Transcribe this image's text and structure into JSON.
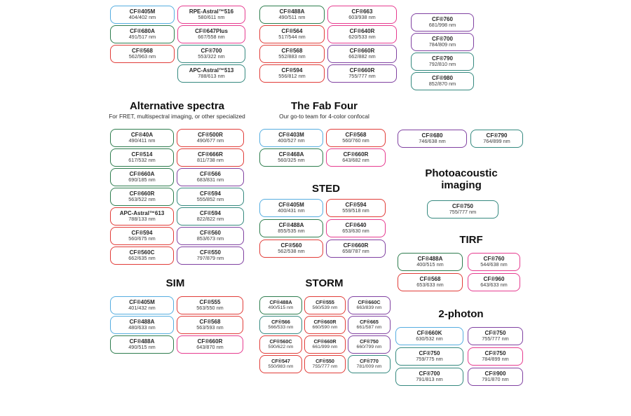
{
  "colors": {
    "blue": "#55ade0",
    "green": "#2e7d4e",
    "red": "#e13c38",
    "magenta": "#e63b8f",
    "teal": "#35897f",
    "purple": "#8041a1"
  },
  "top_groups": {
    "left": {
      "columns": [
        [
          {
            "name": "CF®405M",
            "value": "404/402 nm",
            "color": "blue"
          },
          {
            "name": "CF®680A",
            "value": "491/517 nm",
            "color": "green"
          },
          {
            "name": "CF®568",
            "value": "562/963 nm",
            "color": "red"
          }
        ],
        [
          {
            "name": "RPE-Astral™516",
            "value": "580/611 nm",
            "color": "magenta"
          },
          {
            "name": "CF®647Plus",
            "value": "667/558 nm",
            "color": "magenta"
          },
          {
            "name": "CF®700",
            "value": "553/322 nm",
            "color": "teal"
          },
          {
            "name": "APC-Astral™513",
            "value": "788/613 nm",
            "color": "teal"
          }
        ]
      ]
    },
    "mid": {
      "columns": [
        [
          {
            "name": "CF®488A",
            "value": "490/511 nm",
            "color": "green"
          },
          {
            "name": "CF®564",
            "value": "517/544 nm",
            "color": "red"
          },
          {
            "name": "CF®568",
            "value": "552/883 nm",
            "color": "red"
          },
          {
            "name": "CF®594",
            "value": "556/812 nm",
            "color": "red"
          }
        ],
        [
          {
            "name": "CF®663",
            "value": "603/938 nm",
            "color": "magenta"
          },
          {
            "name": "CF®640R",
            "value": "620/533 nm",
            "color": "magenta"
          },
          {
            "name": "CF®660R",
            "value": "662/882 nm",
            "color": "purple"
          },
          {
            "name": "CF®660R",
            "value": "755/777 nm",
            "color": "purple"
          }
        ]
      ]
    },
    "right": {
      "columns": [
        [
          {
            "name": "CF®760",
            "value": "681/998 nm",
            "color": "purple"
          },
          {
            "name": "CF®700",
            "value": "784/809 nm",
            "color": "purple"
          },
          {
            "name": "CF®790",
            "value": "792/810 nm",
            "color": "teal"
          },
          {
            "name": "CF®980",
            "value": "852/870 nm",
            "color": "teal"
          }
        ]
      ]
    }
  },
  "sections": {
    "alt": {
      "title": "Alternative spectra",
      "subtitle": "For FRET, multispectral imaging, or other specialized",
      "columns": [
        [
          {
            "name": "CF®40A",
            "value": "490/411 nm",
            "color": "green"
          },
          {
            "name": "CF®514",
            "value": "617/532 nm",
            "color": "green"
          },
          {
            "name": "CF®660A",
            "value": "690/185 nm",
            "color": "green"
          },
          {
            "name": "CF®660R",
            "value": "563/522 nm",
            "color": "green"
          },
          {
            "name": "APC-Astral™613",
            "value": "788/133 nm",
            "color": "red"
          },
          {
            "name": "CF®594",
            "value": "560/675 nm",
            "color": "red"
          },
          {
            "name": "CF®560C",
            "value": "662/635 nm",
            "color": "red"
          }
        ],
        [
          {
            "name": "CF®500R",
            "value": "490/677 nm",
            "color": "red"
          },
          {
            "name": "CF®666R",
            "value": "811/738 nm",
            "color": "red"
          },
          {
            "name": "CF®566",
            "value": "683/831 nm",
            "color": "purple"
          },
          {
            "name": "CF®594",
            "value": "555/852 nm",
            "color": "teal"
          },
          {
            "name": "CF®594",
            "value": "822/822 nm",
            "color": "teal"
          },
          {
            "name": "CF®560",
            "value": "853/673 nm",
            "color": "purple"
          },
          {
            "name": "CF®550",
            "value": "797/879 nm",
            "color": "purple"
          }
        ]
      ]
    },
    "fab": {
      "title": "The Fab Four",
      "subtitle": "Our go-to team for 4-color confocal",
      "columns": [
        [
          {
            "name": "CF®403M",
            "value": "400/527 nm",
            "color": "blue"
          },
          {
            "name": "CF®468A",
            "value": "560/325 nm",
            "color": "green"
          }
        ],
        [
          {
            "name": "CF®568",
            "value": "560/760 nm",
            "color": "red"
          },
          {
            "name": "CF®660R",
            "value": "643/682 nm",
            "color": "magenta"
          }
        ]
      ]
    },
    "sted": {
      "title": "STED",
      "columns": [
        [
          {
            "name": "CF®405M",
            "value": "400/431 nm",
            "color": "blue"
          },
          {
            "name": "CF®488A",
            "value": "855/535 nm",
            "color": "green"
          },
          {
            "name": "CF®560",
            "value": "562/538 nm",
            "color": "red"
          }
        ],
        [
          {
            "name": "CF®594",
            "value": "559/518 nm",
            "color": "red"
          },
          {
            "name": "CF®640",
            "value": "653/630 nm",
            "color": "magenta"
          },
          {
            "name": "CF®660R",
            "value": "658/787 nm",
            "color": "purple"
          }
        ]
      ]
    },
    "nir": {
      "columns": [
        [
          {
            "name": "CF®680",
            "value": "746/638 nm",
            "color": "purple"
          }
        ],
        [
          {
            "name": "CF®790",
            "value": "764/899 nm",
            "color": "teal"
          }
        ]
      ]
    },
    "photo": {
      "title": "Photoacoustic imaging",
      "columns": [
        [
          {
            "name": "CF®750",
            "value": "755/777 nm",
            "color": "teal"
          }
        ]
      ]
    },
    "tirf": {
      "title": "TIRF",
      "columns": [
        [
          {
            "name": "CF®488A",
            "value": "400/515 nm",
            "color": "green"
          },
          {
            "name": "CF®568",
            "value": "653/633 nm",
            "color": "red"
          }
        ],
        [
          {
            "name": "CF®760",
            "value": "544/638 nm",
            "color": "magenta"
          },
          {
            "name": "CF®960",
            "value": "643/633 nm",
            "color": "magenta"
          }
        ]
      ]
    },
    "sim": {
      "title": "SIM",
      "columns": [
        [
          {
            "name": "CF®405M",
            "value": "401/432 nm",
            "color": "blue"
          },
          {
            "name": "CF®488A",
            "value": "480/633 nm",
            "color": "blue"
          },
          {
            "name": "CF®488A",
            "value": "490/515 nm",
            "color": "green"
          }
        ],
        [
          {
            "name": "CF®555",
            "value": "563/550 nm",
            "color": "red"
          },
          {
            "name": "CF®568",
            "value": "563/593 nm",
            "color": "red"
          },
          {
            "name": "CF®660R",
            "value": "643/870 nm",
            "color": "magenta"
          }
        ]
      ]
    },
    "storm": {
      "title": "STORM",
      "columns": [
        [
          {
            "name": "CF®488A",
            "value": "490/515 nm",
            "color": "green"
          },
          {
            "name": "CF®566",
            "value": "566/533 nm",
            "color": "teal"
          },
          {
            "name": "CF®560C",
            "value": "590/622 nm",
            "color": "red"
          },
          {
            "name": "CF®547",
            "value": "550/983 nm",
            "color": "red"
          }
        ],
        [
          {
            "name": "CF®555",
            "value": "560/539 nm",
            "color": "red"
          },
          {
            "name": "CF®660R",
            "value": "660/590 nm",
            "color": "red"
          },
          {
            "name": "CF®660R",
            "value": "661/999 nm",
            "color": "red"
          },
          {
            "name": "CF®550",
            "value": "755/777 nm",
            "color": "red"
          }
        ],
        [
          {
            "name": "CF®660C",
            "value": "663/839 nm",
            "color": "purple"
          },
          {
            "name": "CF®665",
            "value": "661/587 nm",
            "color": "purple"
          },
          {
            "name": "CF®750",
            "value": "660/799 nm",
            "color": "purple"
          },
          {
            "name": "CF®770",
            "value": "781/009 nm",
            "color": "teal"
          }
        ]
      ]
    },
    "two_photon": {
      "title": "2-photon",
      "columns": [
        [
          {
            "name": "CF®660K",
            "value": "630/532 nm",
            "color": "blue"
          },
          {
            "name": "CF®750",
            "value": "759/775 nm",
            "color": "teal"
          },
          {
            "name": "CF®700",
            "value": "791/813 nm",
            "color": "teal"
          }
        ],
        [
          {
            "name": "CF®750",
            "value": "755/777 nm",
            "color": "purple"
          },
          {
            "name": "CF®750",
            "value": "784/899 nm",
            "color": "magenta"
          },
          {
            "name": "CF®900",
            "value": "791/870 nm",
            "color": "purple"
          }
        ]
      ]
    }
  }
}
